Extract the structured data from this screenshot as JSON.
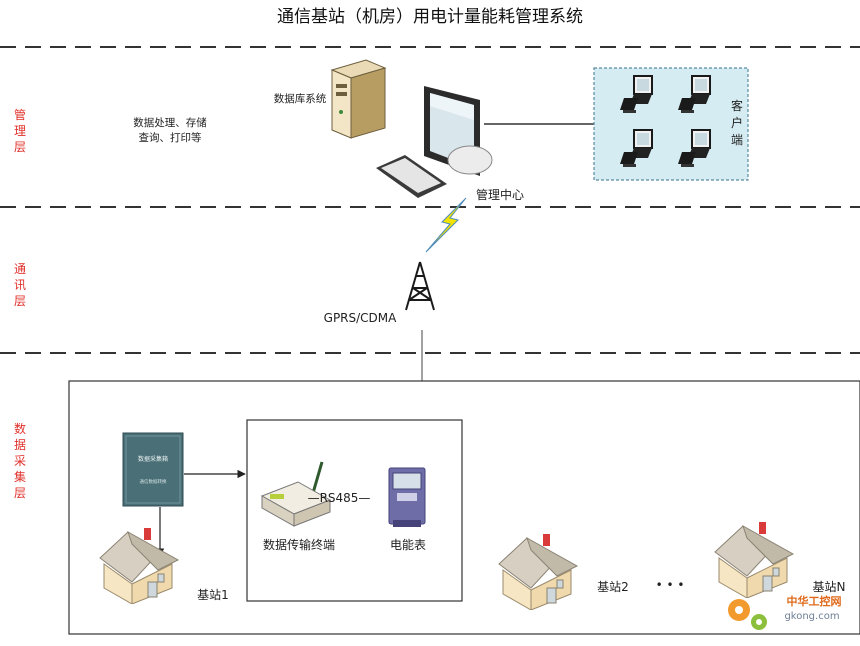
{
  "title": "通信基站（机房）用电计量能耗管理系统",
  "layers": {
    "management": [
      "管",
      "理",
      "层"
    ],
    "communication": [
      "通",
      "讯",
      "层"
    ],
    "collection": [
      "数",
      "据",
      "采",
      "集",
      "层"
    ]
  },
  "management": {
    "database_label": "数据库系统",
    "processing_line1": "数据处理、存储",
    "processing_line2": "查询、打印等",
    "center_label": "管理中心",
    "client_label": [
      "客",
      "户",
      "端"
    ]
  },
  "communication": {
    "network_label": "GPRS/CDMA"
  },
  "collection": {
    "collector_label": "数据采集箱",
    "collector_sublabel": "通信数据转换",
    "dtu_label": "数据传输终端",
    "link_label": "—RS485—",
    "meter_label": "电能表",
    "station1_label": "基站1",
    "station2_label": "基站2",
    "ellipsis": "• • •",
    "stationN_label": "基站N"
  },
  "watermark": {
    "cn": "中华工控网",
    "en": "gkong.com"
  },
  "colors": {
    "layer_label": "#e0302a",
    "client_panel_fill": "#d4ecf2",
    "client_panel_border": "#5a8aa0",
    "house_roof": "#cfc7b8",
    "house_wall": "#f7e6c4",
    "collector_box": "#4a6f76",
    "lightning": "#f2e400"
  }
}
